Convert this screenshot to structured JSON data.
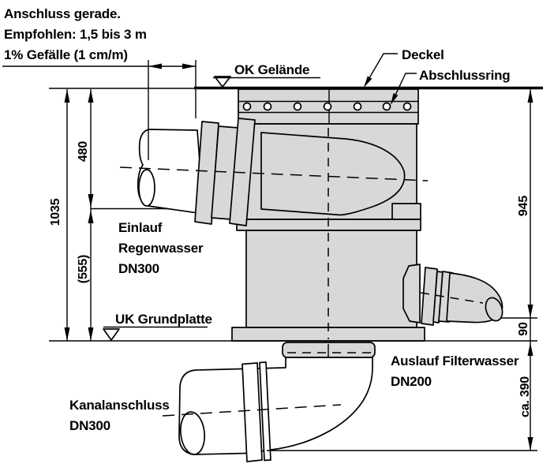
{
  "labels": {
    "note_line1": "Anschluss gerade.",
    "note_line2": "Empfohlen: 1,5 bis 3 m",
    "note_line3": "1% Gefälle (1 cm/m)",
    "ground_level": "OK Gelände",
    "cover": "Deckel",
    "closing_ring": "Abschlussring",
    "inlet_line1": "Einlauf",
    "inlet_line2": "Regenwasser",
    "inlet_line3": "DN300",
    "base_plate_level": "UK Grundplatte",
    "sewer_line1": "Kanalanschluss",
    "sewer_line2": "DN300",
    "outlet_line1": "Auslauf Filterwasser",
    "outlet_line2": "DN200"
  },
  "dimensions": {
    "overall_depth": "1035",
    "inlet_depth": "480",
    "below_inlet": "(555)",
    "right_depth": "945",
    "outlet_offset": "90",
    "sewer_depth": "ca. 390"
  },
  "colors": {
    "fill": "#d8d8d8",
    "line": "#000000",
    "background": "#ffffff"
  }
}
